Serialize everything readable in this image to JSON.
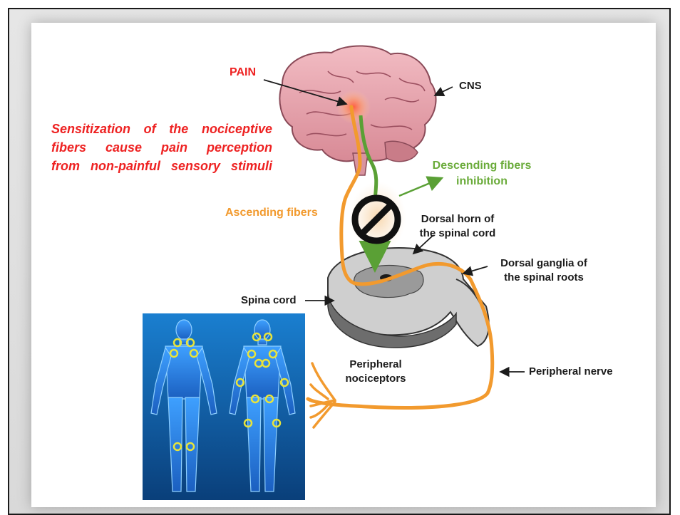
{
  "labels": {
    "pain": "PAIN",
    "cns": "CNS",
    "sensitization_lines": [
      "Sensitization of the nociceptive",
      "fibers cause pain perception",
      "from non-painful sensory stimuli"
    ],
    "descending_lines": [
      "Descending fibers",
      "inhibition"
    ],
    "ascending": "Ascending fibers",
    "dorsal_horn_lines": [
      "Dorsal horn of",
      "the spinal cord"
    ],
    "dorsal_ganglia_lines": [
      "Dorsal ganglia of",
      "the spinal roots"
    ],
    "spina_cord": "Spina cord",
    "peripheral_nociceptors_lines": [
      "Peripheral",
      "nociceptors"
    ],
    "peripheral_nerve": "Peripheral nerve"
  },
  "colors": {
    "ascending_fiber": "#f29a2e",
    "descending_fiber": "#5aa035",
    "pain_text": "#ee2222",
    "body_panel": "#0e5a9e",
    "brain": "#e9a8b0"
  }
}
